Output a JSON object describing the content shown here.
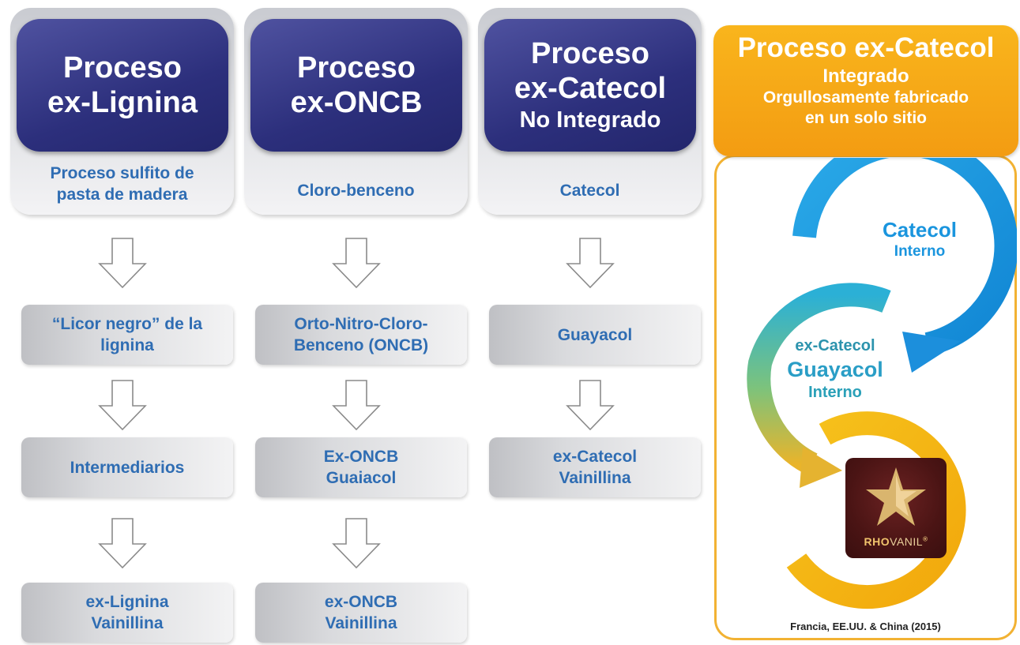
{
  "columns": [
    {
      "title_line1": "Proceso",
      "title_line2": "ex-Lignina",
      "subtitle_line1": "Proceso sulfito de",
      "subtitle_line2": "pasta de madera",
      "steps": [
        {
          "line1": "“Licor negro” de la",
          "line2": "lignina"
        },
        {
          "line1": "Intermediarios",
          "line2": ""
        },
        {
          "line1": "ex-Lignina",
          "line2": "Vainillina"
        }
      ]
    },
    {
      "title_line1": "Proceso",
      "title_line2": "ex-ONCB",
      "subtitle_line1": "Cloro-benceno",
      "subtitle_line2": "",
      "steps": [
        {
          "line1": "Orto-Nitro-Cloro-",
          "line2": "Benceno (ONCB)"
        },
        {
          "line1": "Ex-ONCB",
          "line2": "Guaiacol"
        },
        {
          "line1": "ex-ONCB",
          "line2": "Vainillina"
        }
      ]
    },
    {
      "title_line1": "Proceso",
      "title_line2": "ex-Catecol",
      "title_line3": "No Integrado",
      "subtitle_line1": "Catecol",
      "subtitle_line2": "",
      "steps": [
        {
          "line1": "Guayacol",
          "line2": ""
        },
        {
          "line1": "ex-Catecol",
          "line2": "Vainillina"
        }
      ]
    }
  ],
  "integrated": {
    "title_line1": "Proceso ex-Catecol",
    "title_line2": "Integrado",
    "title_line3": "Orgullosamente fabricado",
    "title_line4": "en un solo sitio",
    "catecol_label": "Catecol",
    "catecol_sub": "Interno",
    "guayacol_pre": "ex-Catecol",
    "guayacol_label": "Guayacol",
    "guayacol_sub": "Interno",
    "logo_text_bold": "RHO",
    "logo_text_light": "VANIL",
    "logo_mark": "®",
    "footer": "Francia, EE.UU. & China (2015)"
  },
  "colors": {
    "header_blue": "#2c2f7c",
    "text_blue": "#2f6db3",
    "orange": "#f5a817",
    "cyan": "#1ea0e6"
  },
  "icons": [
    "down-arrow-icon",
    "cycle-arrow-icon",
    "star-logo-icon"
  ]
}
